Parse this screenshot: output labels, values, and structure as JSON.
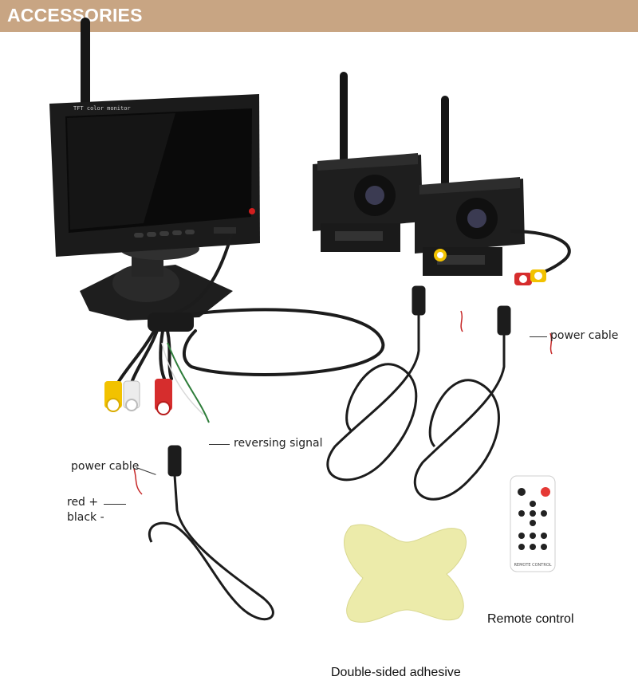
{
  "header": {
    "title": "ACCESSORIES"
  },
  "colors": {
    "header_bg": "#c8a583",
    "header_text": "#ffffff",
    "cable": "#1c1c1c",
    "rca_red": "#d62d2d",
    "rca_yellow": "#f2c200",
    "rca_white": "#efefef",
    "adhesive": "#eceaa8"
  },
  "monitor": {
    "brand_text": "TFT color monitor"
  },
  "remote": {
    "brand_text": "REMOTE CONTROL"
  },
  "labels": {
    "power_cable_right": "power cable",
    "reversing_signal": "reversing signal",
    "power_cable_left": "power cable",
    "red_plus": "red +",
    "black_minus": "black -",
    "remote_control": "Remote control",
    "adhesive": "Double-sided adhesive"
  }
}
